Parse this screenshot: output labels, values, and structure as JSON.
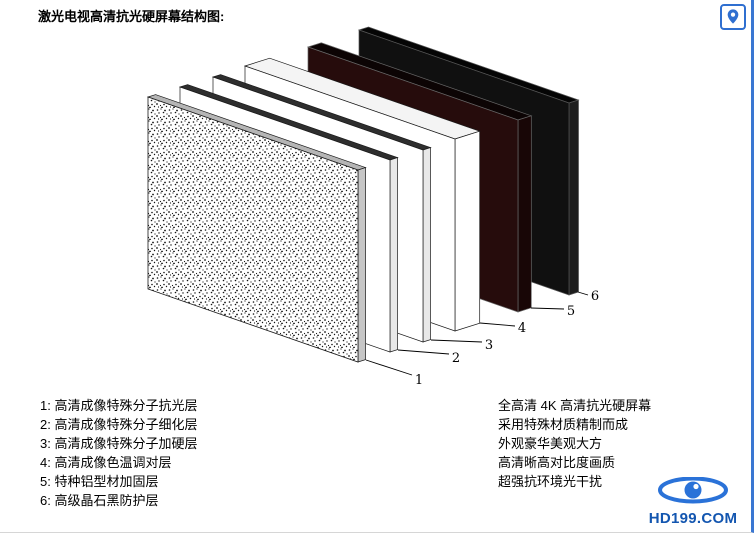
{
  "page": {
    "title": "激光电视高清抗光硬屏幕结构图:"
  },
  "icons": {
    "top_right": "location-pin-icon",
    "logo": "eye-icon"
  },
  "diagram": {
    "labels": [
      "1",
      "2",
      "3",
      "4",
      "5",
      "6"
    ]
  },
  "legend": {
    "items": [
      "1: 高清成像特殊分子抗光层",
      "2: 高清成像特殊分子细化层",
      "3: 高清成像特殊分子加硬层",
      "4: 高清成像色温调对层",
      "5: 特种铝型材加固层",
      "6: 高级晶石黑防护层"
    ]
  },
  "features": {
    "items": [
      "全高清 4K 高清抗光硬屏幕",
      "采用特殊材质精制而成",
      "外观豪华美观大方",
      "高清晰高对比度画质",
      "超强抗环境光干扰"
    ]
  },
  "logo": {
    "text": "HD199.COM"
  },
  "colors": {
    "accent_blue": "#2f6fd0",
    "logo_blue": "#1356b0"
  }
}
